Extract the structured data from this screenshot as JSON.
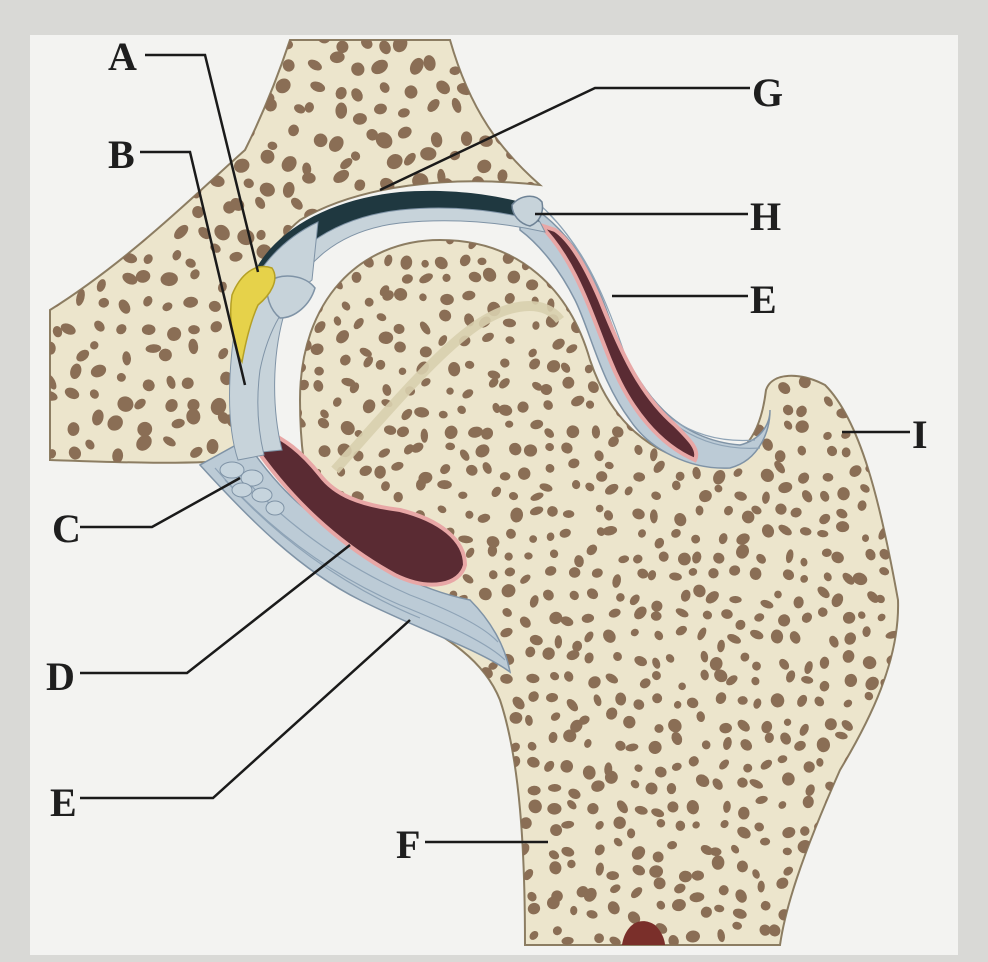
{
  "labels": {
    "A": "A",
    "B": "B",
    "C": "C",
    "D": "D",
    "E_lower": "E",
    "E_upper": "E",
    "F": "F",
    "G": "G",
    "H": "H",
    "I": "I"
  },
  "colors": {
    "background": "#d9d9d6",
    "paper": "#f3f3f1",
    "bone": "#ece5cc",
    "bone_outline": "#8c7d62",
    "trabecular_hole": "#8a6e55",
    "cartilage": "#c7d3da",
    "joint_space": "#1f3840",
    "synovial_cavity": "#5a2b33",
    "synovial_membrane": "#e8a7a6",
    "capsule": "#bccbd6",
    "fat_pad": "#e6d24a",
    "marrow": "#7a2f2a"
  }
}
